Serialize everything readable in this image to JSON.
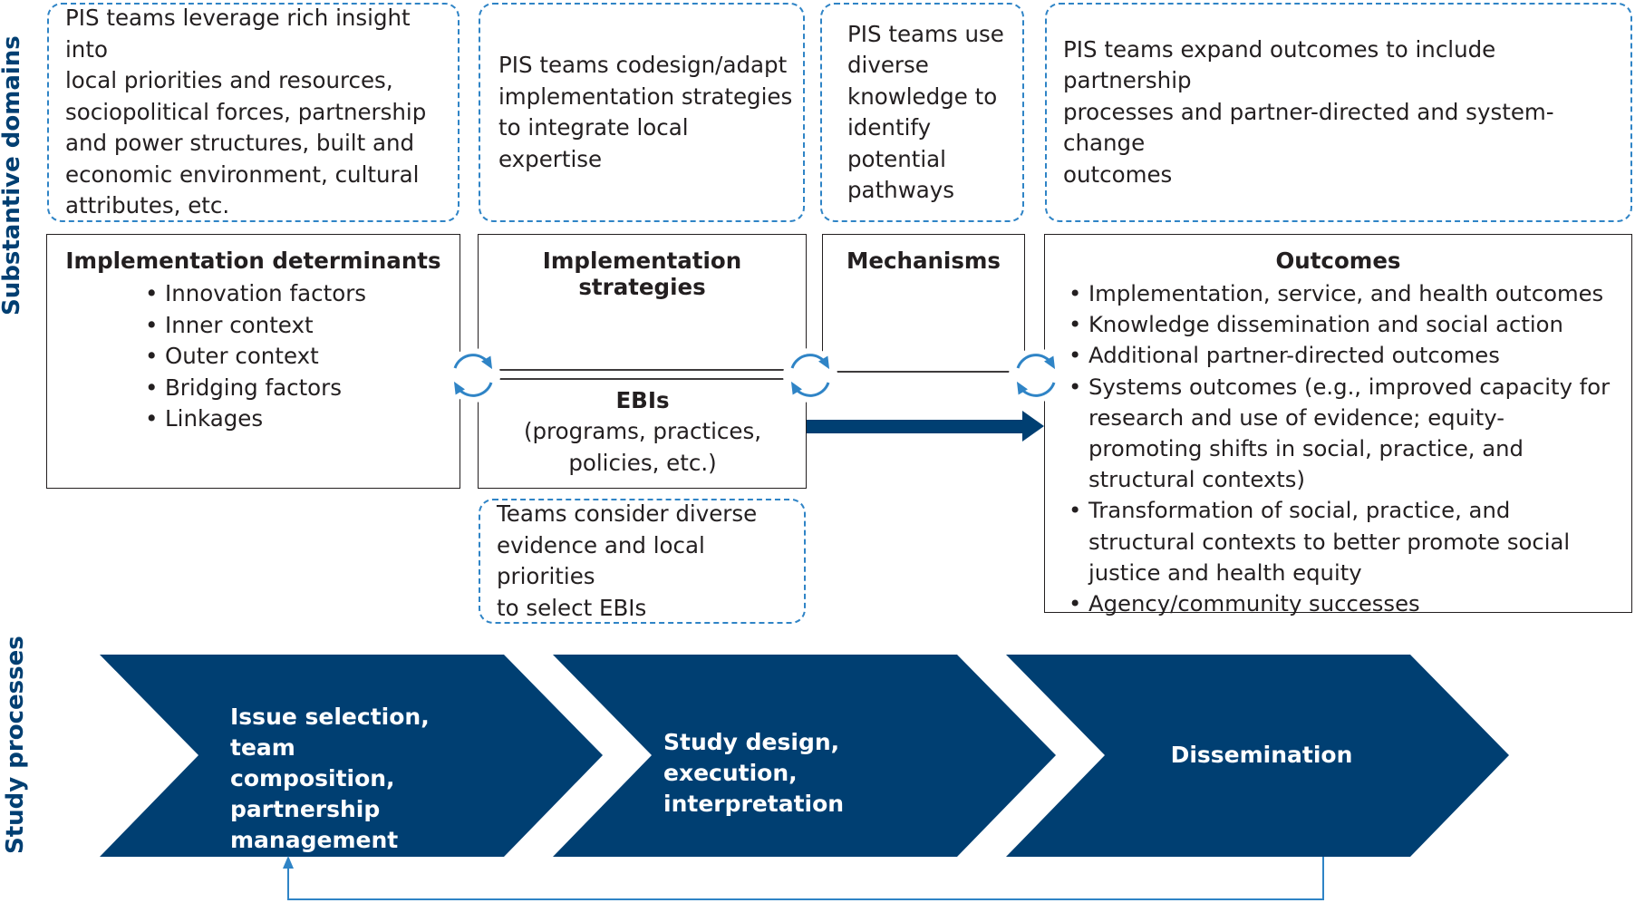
{
  "side_labels": {
    "substantive": "Substantive domains",
    "study": "Study processes"
  },
  "notes": {
    "determinants": "PIS teams leverage rich insight into\nlocal priorities and resources,\nsociopolitical forces, partnership\nand power structures, built and\neconomic environment, cultural\nattributes, etc.",
    "strategies": "PIS teams codesign/adapt\nimplementation strategies\nto integrate local expertise",
    "mechanisms": "PIS teams use\ndiverse\nknowledge to\nidentify\npotential\npathways",
    "outcomes": "PIS teams expand outcomes to include partnership\nprocesses and partner-directed and system-change\noutcomes",
    "ebis": "Teams consider diverse\nevidence and local priorities\nto select EBIs"
  },
  "boxes": {
    "determinants": {
      "title": "Implementation determinants",
      "items": [
        "Innovation factors",
        "Inner context",
        "Outer context",
        "Bridging factors",
        "Linkages"
      ]
    },
    "strategies": {
      "title": "Implementation strategies"
    },
    "mechanisms": {
      "title": "Mechanisms"
    },
    "ebis": {
      "title": "EBIs",
      "subtitle": "(programs, practices,\npolicies, etc.)"
    },
    "outcomes": {
      "title": "Outcomes",
      "items": [
        "Implementation, service, and health outcomes",
        "Knowledge dissemination and social action",
        "Additional partner-directed outcomes",
        "Systems outcomes (e.g., improved capacity for research and use of evidence; equity-promoting shifts in social, practice, and structural contexts)",
        "Transformation of social, practice, and structural contexts to better promote social justice and health equity",
        "Agency/community successes"
      ]
    }
  },
  "process_steps": [
    "Issue selection, team\ncomposition,\npartnership\nmanagement",
    "Study design, execution,\ninterpretation",
    "Dissemination"
  ],
  "colors": {
    "navy": "#003f72",
    "dashed_border": "#2f84c6",
    "cycle_icon": "#2f84c6",
    "text": "#231f20"
  },
  "icons": [
    "cycle-arrows-icon",
    "right-arrow-icon",
    "feedback-arrow-icon"
  ]
}
